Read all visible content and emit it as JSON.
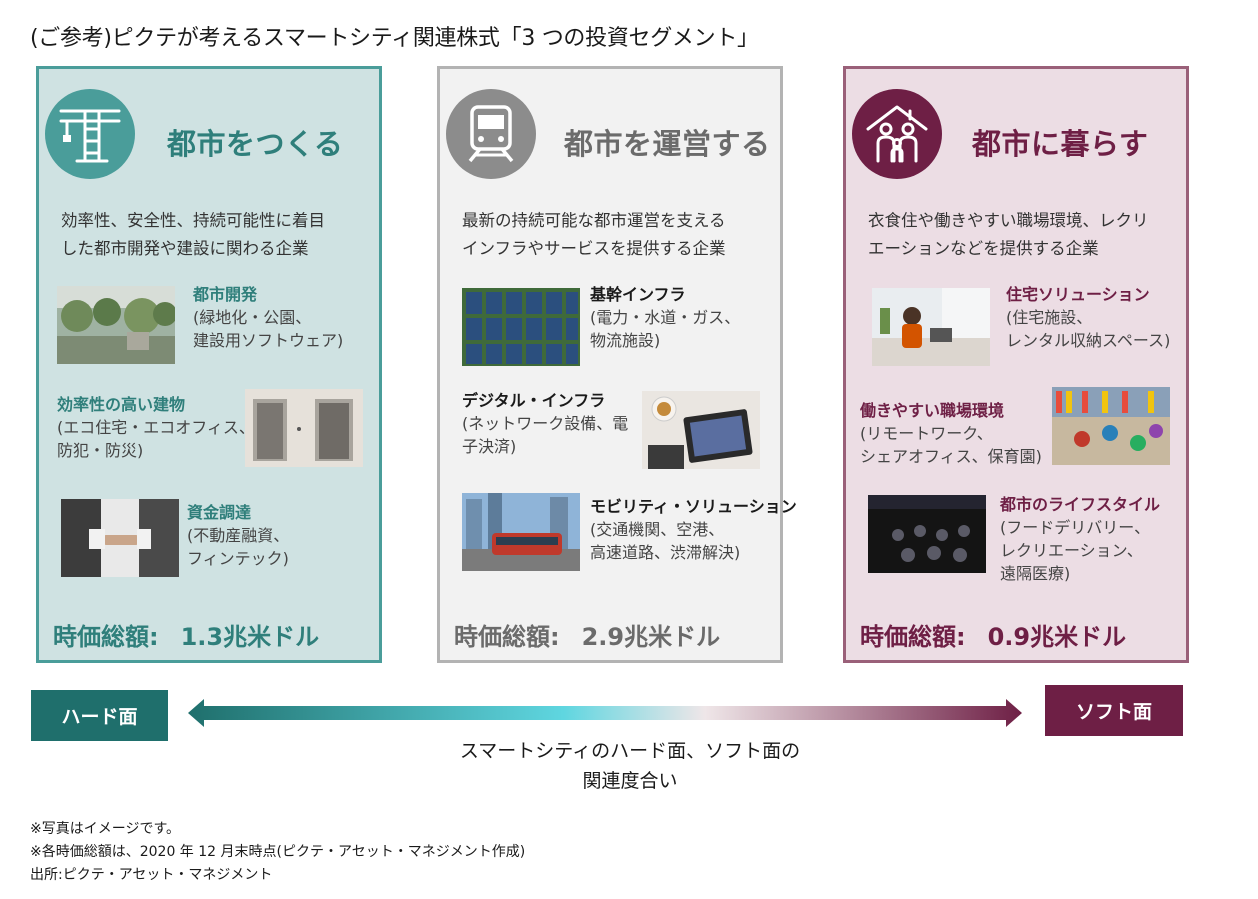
{
  "title": "(ご参考)ピクテが考えるスマートシティ関連株式「3 つの投資セグメント」",
  "colors": {
    "teal": "#4a9d9a",
    "gray": "#8c8c8c",
    "plum": "#6e1f45",
    "hard_box": "#1f6f6c"
  },
  "segments": [
    {
      "icon": "crane-icon",
      "title": "都市をつくる",
      "description": [
        "効率性、安全性、持続可能性に着目",
        "した都市開発や建設に関わる企業"
      ],
      "items": [
        {
          "head": "都市開発",
          "sub": [
            "(緑地化・公園、",
            "建設用ソフトウェア)"
          ],
          "photo": "green-park-photo"
        },
        {
          "head": "効率性の高い建物",
          "sub": [
            "(エコ住宅・エコオフィス、",
            "防犯・防災)"
          ],
          "photo": "elevator-photo"
        },
        {
          "head": "資金調達",
          "sub": [
            "(不動産融資、",
            "フィンテック)"
          ],
          "photo": "handshake-photo"
        }
      ],
      "market_cap_label": "時価総額:",
      "market_cap_value": "1.3兆米ドル"
    },
    {
      "icon": "train-icon",
      "title": "都市を運営する",
      "description": [
        "最新の持続可能な都市運営を支える",
        "インフラやサービスを提供する企業"
      ],
      "items": [
        {
          "head": "基幹インフラ",
          "sub": [
            "(電力・水道・ガス、",
            "物流施設)"
          ],
          "photo": "solar-panels-photo"
        },
        {
          "head": "デジタル・インフラ",
          "sub": [
            "(ネットワーク設備、電",
            "子決済)"
          ],
          "photo": "tablet-payment-photo"
        },
        {
          "head": "モビリティ・ソリューション",
          "sub": [
            "(交通機関、空港、",
            "高速道路、渋滞解決)"
          ],
          "photo": "streetcar-photo"
        }
      ],
      "market_cap_label": "時価総額:",
      "market_cap_value": "2.9兆米ドル"
    },
    {
      "icon": "family-house-icon",
      "title": "都市に暮らす",
      "description": [
        "衣食住や働きやすい職場環境、レクリ",
        "エーションなどを提供する企業"
      ],
      "items": [
        {
          "head": "住宅ソリューション",
          "sub": [
            "(住宅施設、",
            "レンタル収納スペース)"
          ],
          "photo": "home-work-photo"
        },
        {
          "head": "働きやすい職場環境",
          "sub": [
            "(リモートワーク、",
            "シェアオフィス、保育園)"
          ],
          "photo": "children-library-photo"
        },
        {
          "head": "都市のライフスタイル",
          "sub": [
            "(フードデリバリー、",
            "レクリエーション、",
            "遠隔医療)"
          ],
          "photo": "cinema-audience-photo"
        }
      ],
      "market_cap_label": "時価総額:",
      "market_cap_value": "0.9兆米ドル"
    }
  ],
  "scale": {
    "left_label": "ハード面",
    "right_label": "ソフト面",
    "caption": [
      "スマートシティのハード面、ソフト面の",
      "関連度合い"
    ]
  },
  "notes": [
    "※写真はイメージです。",
    "※各時価総額は、2020 年 12 月末時点(ピクテ・アセット・マネジメント作成)",
    "出所:ピクテ・アセット・マネジメント"
  ]
}
